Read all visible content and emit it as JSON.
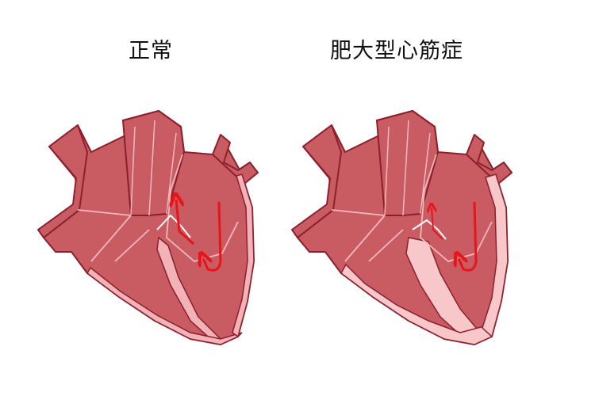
{
  "labels": {
    "normal": "正常",
    "hcm": "肥大型心筋症"
  },
  "colors": {
    "muscle": "#c95c62",
    "outline": "#8c1f2c",
    "inner_line": "#f2b8bc",
    "wall_normal": "#f2b3b8",
    "wall_thick": "#f7c7ca",
    "arrow": "#e8141c",
    "background": "#ffffff"
  },
  "hearts": [
    {
      "id": "normal",
      "septum_thickness": 0.2,
      "wall_thickness": 0.25
    },
    {
      "id": "hcm",
      "septum_thickness": 1.0,
      "wall_thickness": 0.85
    }
  ]
}
